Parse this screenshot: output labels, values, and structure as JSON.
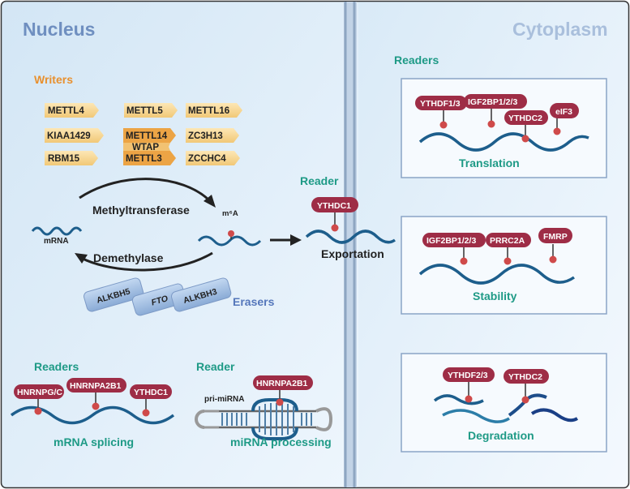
{
  "nucleus": {
    "title": "Nucleus",
    "writers": {
      "heading": "Writers",
      "items": [
        "METTL4",
        "METTL5",
        "METTL16",
        "KIAA1429",
        "METTL14",
        "WTAP",
        "ZC3H13",
        "RBM15",
        "METTL3",
        "ZCCHC4"
      ]
    },
    "methyltransferase_label": "Methyltransferase",
    "demethylase_label": "Demethylase",
    "mrna_label": "mRNA",
    "m6a_label": "m⁶A",
    "erasers": {
      "heading": "Erasers",
      "items": [
        "ALKBH5",
        "FTO",
        "ALKBH3"
      ]
    },
    "splicing": {
      "heading": "Readers",
      "readers": [
        "HNRNPG/C",
        "HNRNPA2B1",
        "YTHDC1"
      ],
      "caption": "mRNA splicing"
    },
    "mirna": {
      "heading": "Reader",
      "reader": "HNRNPA2B1",
      "pri_label": "pri-miRNA",
      "caption": "miRNA processing"
    }
  },
  "export": {
    "heading": "Reader",
    "reader": "YTHDC1",
    "caption": "Exportation"
  },
  "cytoplasm": {
    "title": "Cytoplasm",
    "heading": "Readers",
    "translation": {
      "readers": [
        "YTHDF1/3",
        "IGF2BP1/2/3",
        "YTHDC2",
        "eIF3"
      ],
      "caption": "Translation"
    },
    "stability": {
      "readers": [
        "IGF2BP1/2/3",
        "PRRC2A",
        "FMRP"
      ],
      "caption": "Stability"
    },
    "degradation": {
      "readers": [
        "YTHDF2/3",
        "YTHDC2"
      ],
      "caption": "Degradation"
    }
  },
  "colors": {
    "title_blue": "#6f8fc0",
    "teal": "#1e9a86",
    "orange": "#e8902e",
    "eraser_blue": "#5577bb",
    "reader_fill": "#9e2d46",
    "rna": "#1d5e8c",
    "site": "#cf4a4a"
  }
}
